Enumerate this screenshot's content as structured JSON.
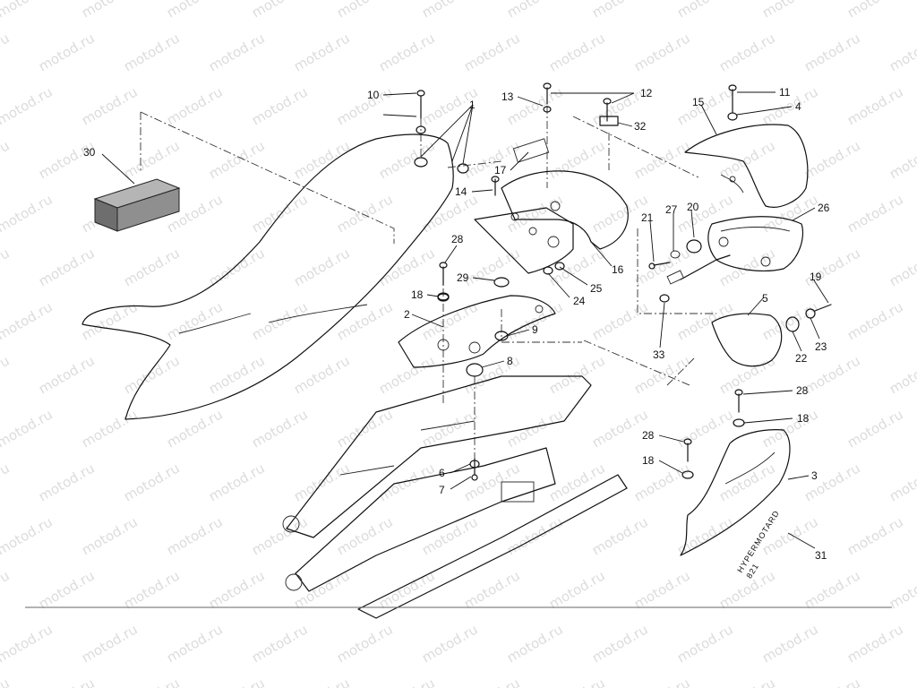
{
  "watermark_text": "motod.ru",
  "decal_text": "HYPERMOTARD",
  "decal_model": "821",
  "callouts": [
    {
      "label": "1"
    },
    {
      "label": "2"
    },
    {
      "label": "3"
    },
    {
      "label": "4"
    },
    {
      "label": "5"
    },
    {
      "label": "6"
    },
    {
      "label": "7"
    },
    {
      "label": "8"
    },
    {
      "label": "9"
    },
    {
      "label": "10"
    },
    {
      "label": "11"
    },
    {
      "label": "12"
    },
    {
      "label": "13"
    },
    {
      "label": "14"
    },
    {
      "label": "15"
    },
    {
      "label": "16"
    },
    {
      "label": "17"
    },
    {
      "label": "18"
    },
    {
      "label": "18"
    },
    {
      "label": "18"
    },
    {
      "label": "19"
    },
    {
      "label": "20"
    },
    {
      "label": "21"
    },
    {
      "label": "22"
    },
    {
      "label": "23"
    },
    {
      "label": "24"
    },
    {
      "label": "25"
    },
    {
      "label": "26"
    },
    {
      "label": "27"
    },
    {
      "label": "28"
    },
    {
      "label": "28"
    },
    {
      "label": "28"
    },
    {
      "label": "29"
    },
    {
      "label": "30"
    },
    {
      "label": "31"
    },
    {
      "label": "32"
    },
    {
      "label": "33"
    }
  ]
}
